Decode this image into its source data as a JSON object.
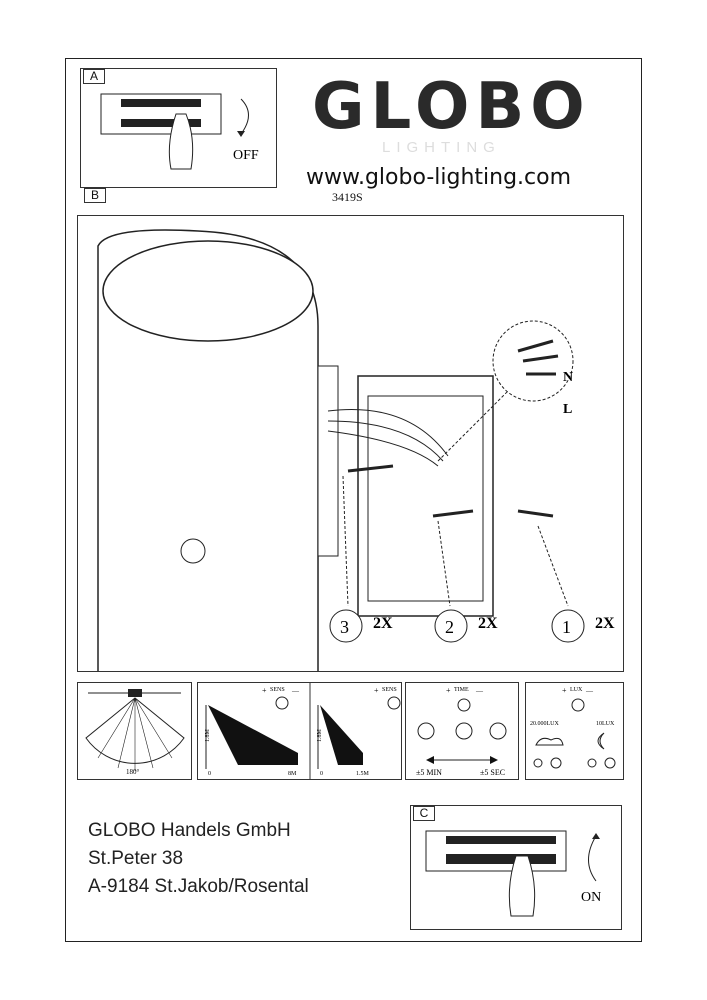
{
  "brand": {
    "logo": "GLOBO",
    "logo_sub": "LIGHTING",
    "url": "www.globo-lighting.com",
    "model": "3419S"
  },
  "step_a": {
    "tag": "A",
    "label": "OFF"
  },
  "step_b": {
    "tag": "B",
    "wires": [
      "N",
      "L"
    ],
    "parts": [
      {
        "num": "3",
        "qty": "2X"
      },
      {
        "num": "2",
        "qty": "2X"
      },
      {
        "num": "1",
        "qty": "2X"
      }
    ]
  },
  "step_c": {
    "tag": "C",
    "label": "ON"
  },
  "sensor": {
    "angle": "180°",
    "sens_label": "SENS",
    "height": "1.8M",
    "range_max": "8M",
    "range_min": "1.5M",
    "zero": "0",
    "time_label": "TIME",
    "time_min": "±5 MIN",
    "time_max": "±5 SEC",
    "lux_label": "LUX",
    "lux_max": "20.000LUX",
    "lux_min": "10LUX",
    "plus": "+",
    "minus": "—"
  },
  "company": {
    "name": "GLOBO Handels GmbH",
    "street": "St.Peter 38",
    "city": "A-9184 St.Jakob/Rosental"
  }
}
